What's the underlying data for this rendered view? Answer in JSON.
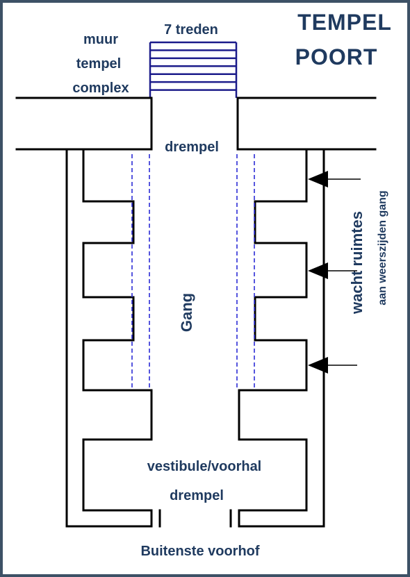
{
  "title": {
    "line1": "TEMPEL",
    "line2": "POORT"
  },
  "labels": {
    "wall_line1": "muur",
    "wall_line2": "tempel",
    "wall_line3": "complex",
    "steps": "7 treden",
    "threshold_top": "drempel",
    "corridor": "Gang",
    "rooms_main": "wacht ruimtes",
    "rooms_sub": "aan weerszijden gang",
    "vestibule": "vestibule/voorhal",
    "threshold_bottom": "drempel",
    "outer_court": "Buitenste voorhof"
  },
  "steps_count": 7,
  "colors": {
    "frame": "#3d5166",
    "text": "#1f3a5f",
    "dashes": "#2b2bd6",
    "steps": "#1b1b8a",
    "walls": "#000000"
  }
}
